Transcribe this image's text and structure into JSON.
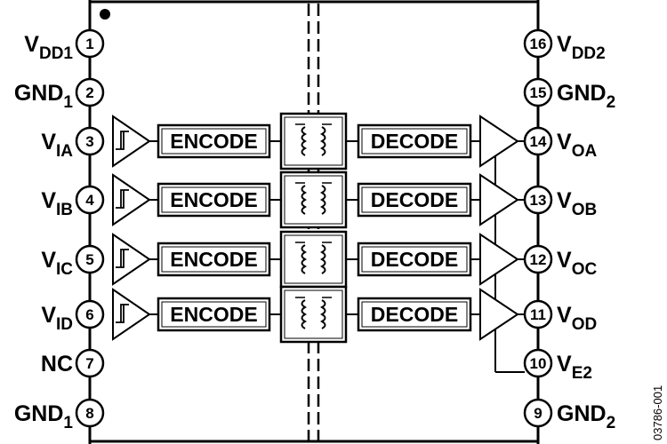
{
  "figure_id": "03786-001",
  "encoder_label": "ENCODE",
  "decoder_label": "DECODE",
  "left_pins": [
    {
      "number": "1",
      "name": "V",
      "sub": "DD1"
    },
    {
      "number": "2",
      "name": "GND",
      "sub": "1"
    },
    {
      "number": "3",
      "name": "V",
      "sub": "IA"
    },
    {
      "number": "4",
      "name": "V",
      "sub": "IB"
    },
    {
      "number": "5",
      "name": "V",
      "sub": "IC"
    },
    {
      "number": "6",
      "name": "V",
      "sub": "ID"
    },
    {
      "number": "7",
      "name": "NC",
      "sub": ""
    },
    {
      "number": "8",
      "name": "GND",
      "sub": "1"
    }
  ],
  "right_pins": [
    {
      "number": "16",
      "name": "V",
      "sub": "DD2"
    },
    {
      "number": "15",
      "name": "GND",
      "sub": "2"
    },
    {
      "number": "14",
      "name": "V",
      "sub": "OA"
    },
    {
      "number": "13",
      "name": "V",
      "sub": "OB"
    },
    {
      "number": "12",
      "name": "V",
      "sub": "OC"
    },
    {
      "number": "11",
      "name": "V",
      "sub": "OD"
    },
    {
      "number": "10",
      "name": "V",
      "sub": "E2"
    },
    {
      "number": "9",
      "name": "GND",
      "sub": "2"
    }
  ]
}
